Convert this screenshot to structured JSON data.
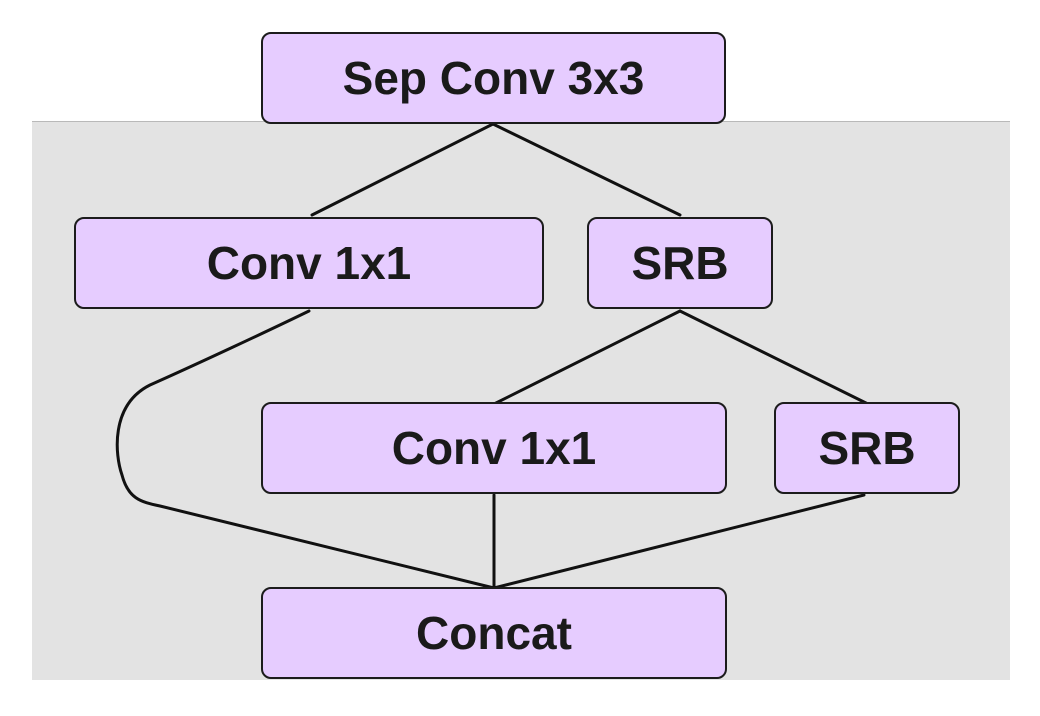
{
  "diagram": {
    "colors": {
      "node_fill": "#e6ccff",
      "node_border": "#1c1c1c",
      "panel_bg": "#e3e3e3",
      "edge": "#111111"
    },
    "nodes": {
      "sep_conv": "Sep Conv 3x3",
      "conv1x1_a": "Conv 1x1",
      "srb_a": "SRB",
      "conv1x1_b": "Conv 1x1",
      "srb_b": "SRB",
      "concat": "Concat"
    },
    "edges": [
      [
        "sep_conv",
        "conv1x1_a"
      ],
      [
        "sep_conv",
        "srb_a"
      ],
      [
        "srb_a",
        "conv1x1_b"
      ],
      [
        "srb_a",
        "srb_b"
      ],
      [
        "conv1x1_a",
        "concat"
      ],
      [
        "conv1x1_b",
        "concat"
      ],
      [
        "srb_b",
        "concat"
      ]
    ]
  }
}
